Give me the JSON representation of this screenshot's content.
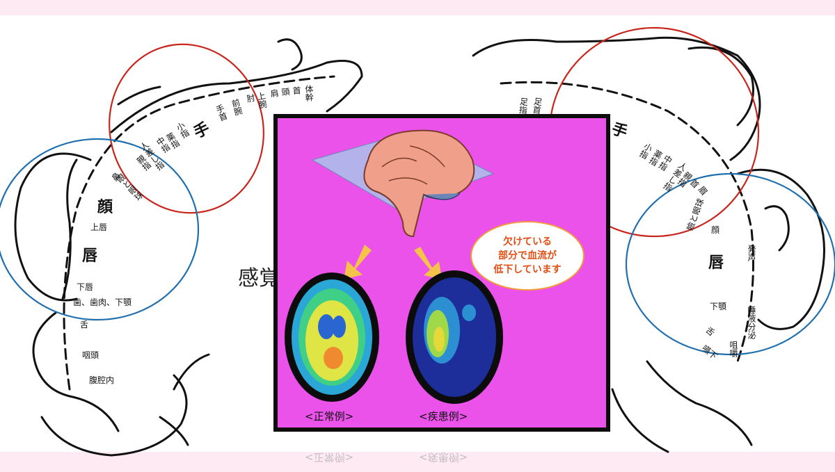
{
  "diagram": {
    "center_label": "感覚野",
    "left_homunculus": {
      "labels_horizontal": [
        "顔",
        "上唇",
        "唇",
        "下唇",
        "歯、歯肉、下顎",
        "舌",
        "咽頭",
        "腹腔内"
      ],
      "labels_upper": [
        "鼻",
        "眼と眼球",
        "親指",
        "人差し指",
        "中指",
        "薬指",
        "小指",
        "手",
        "手首",
        "前腕",
        "肘",
        "上腕",
        "肩",
        "頭",
        "首",
        "体幹"
      ]
    },
    "right_homunculus": {
      "labels": [
        "手",
        "小指",
        "薬指",
        "中指",
        "人差し指",
        "親指",
        "首",
        "眉",
        "瞼と眼球",
        "顔",
        "唇",
        "発声",
        "下顎",
        "唾液分泌",
        "舌",
        "嚥下",
        "咀嚼",
        "足指",
        "足首"
      ]
    },
    "inset": {
      "callout": [
        "欠けている",
        "部分で血流が",
        "低下しています"
      ],
      "scan_left_caption": "<正常例>",
      "scan_right_caption": "<疾患例>"
    },
    "colors": {
      "red_circle": "#c8261c",
      "blue_circle": "#1f6fae",
      "panel_bg": "#ea52ea",
      "arrow": "#f5c24a",
      "callout_border": "#f39a3a",
      "callout_text": "#e24f14"
    }
  }
}
